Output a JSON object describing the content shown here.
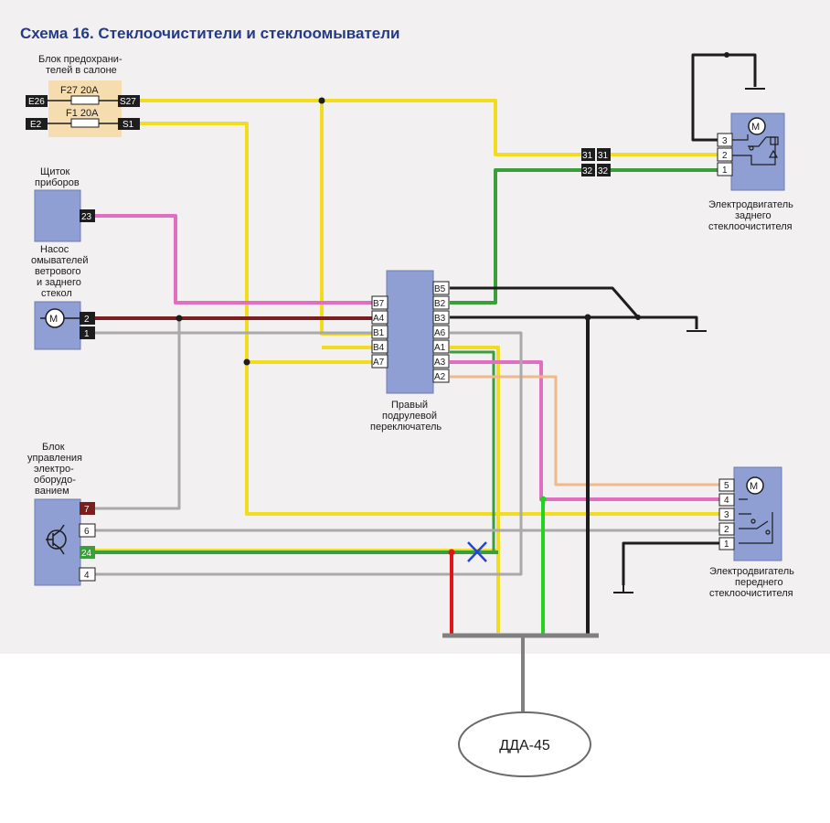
{
  "title": "Схема 16. Стеклоочистители и стеклоомыватели",
  "fuse_block": {
    "label_1": "Блок предохрани-",
    "label_2": "телей в салоне",
    "fuses": [
      "F27 20А",
      "F1 20А"
    ],
    "pins_left": [
      "E26",
      "E2"
    ],
    "pins_right": [
      "S27",
      "S1"
    ]
  },
  "dashboard": {
    "label_1": "Щиток",
    "label_2": "приборов",
    "pin": "23"
  },
  "washer_pump": {
    "label": [
      "Насос",
      "омывателей",
      "ветрового",
      "и заднего",
      "стекол"
    ],
    "pins": [
      "2",
      "1"
    ],
    "motor": "M"
  },
  "switch": {
    "label": [
      "Правый",
      "подрулевой",
      "переключатель"
    ],
    "left_pins": [
      "B7",
      "A4",
      "B1",
      "B4",
      "A7"
    ],
    "right_pins": [
      "B5",
      "B2",
      "B3",
      "A6",
      "A1",
      "A3",
      "A2"
    ]
  },
  "control_unit": {
    "label": [
      "Блок",
      "управления",
      "электро-",
      "оборудо-",
      "ванием"
    ],
    "pins": [
      "7",
      "6",
      "24",
      "4"
    ]
  },
  "rear_motor": {
    "label": [
      "Электродвигатель",
      "заднего",
      "стеклоочистителя"
    ],
    "pins": [
      "3",
      "2",
      "1"
    ],
    "motor": "M"
  },
  "front_motor": {
    "label": [
      "Электродвигатель",
      "переднего",
      "стеклоочистителя"
    ],
    "pins": [
      "5",
      "4",
      "3",
      "2",
      "1"
    ],
    "motor": "M"
  },
  "connectors": {
    "c31": "31",
    "c32": "32"
  },
  "dda": {
    "label": "ДДА-45"
  },
  "colors": {
    "yellow": "#f2dc1f",
    "green": "#3b9e3b",
    "pink": "#e06fc0",
    "brown": "#7a1e1e",
    "grey": "#a9a9a9",
    "black": "#1d1d1d",
    "red": "#e01616",
    "bright_green": "#22d322",
    "light_orange": "#f0b98a",
    "block_fill": "#8f9fd4",
    "fuse_fill": "#f5ddb0",
    "title_color": "#233a86"
  }
}
